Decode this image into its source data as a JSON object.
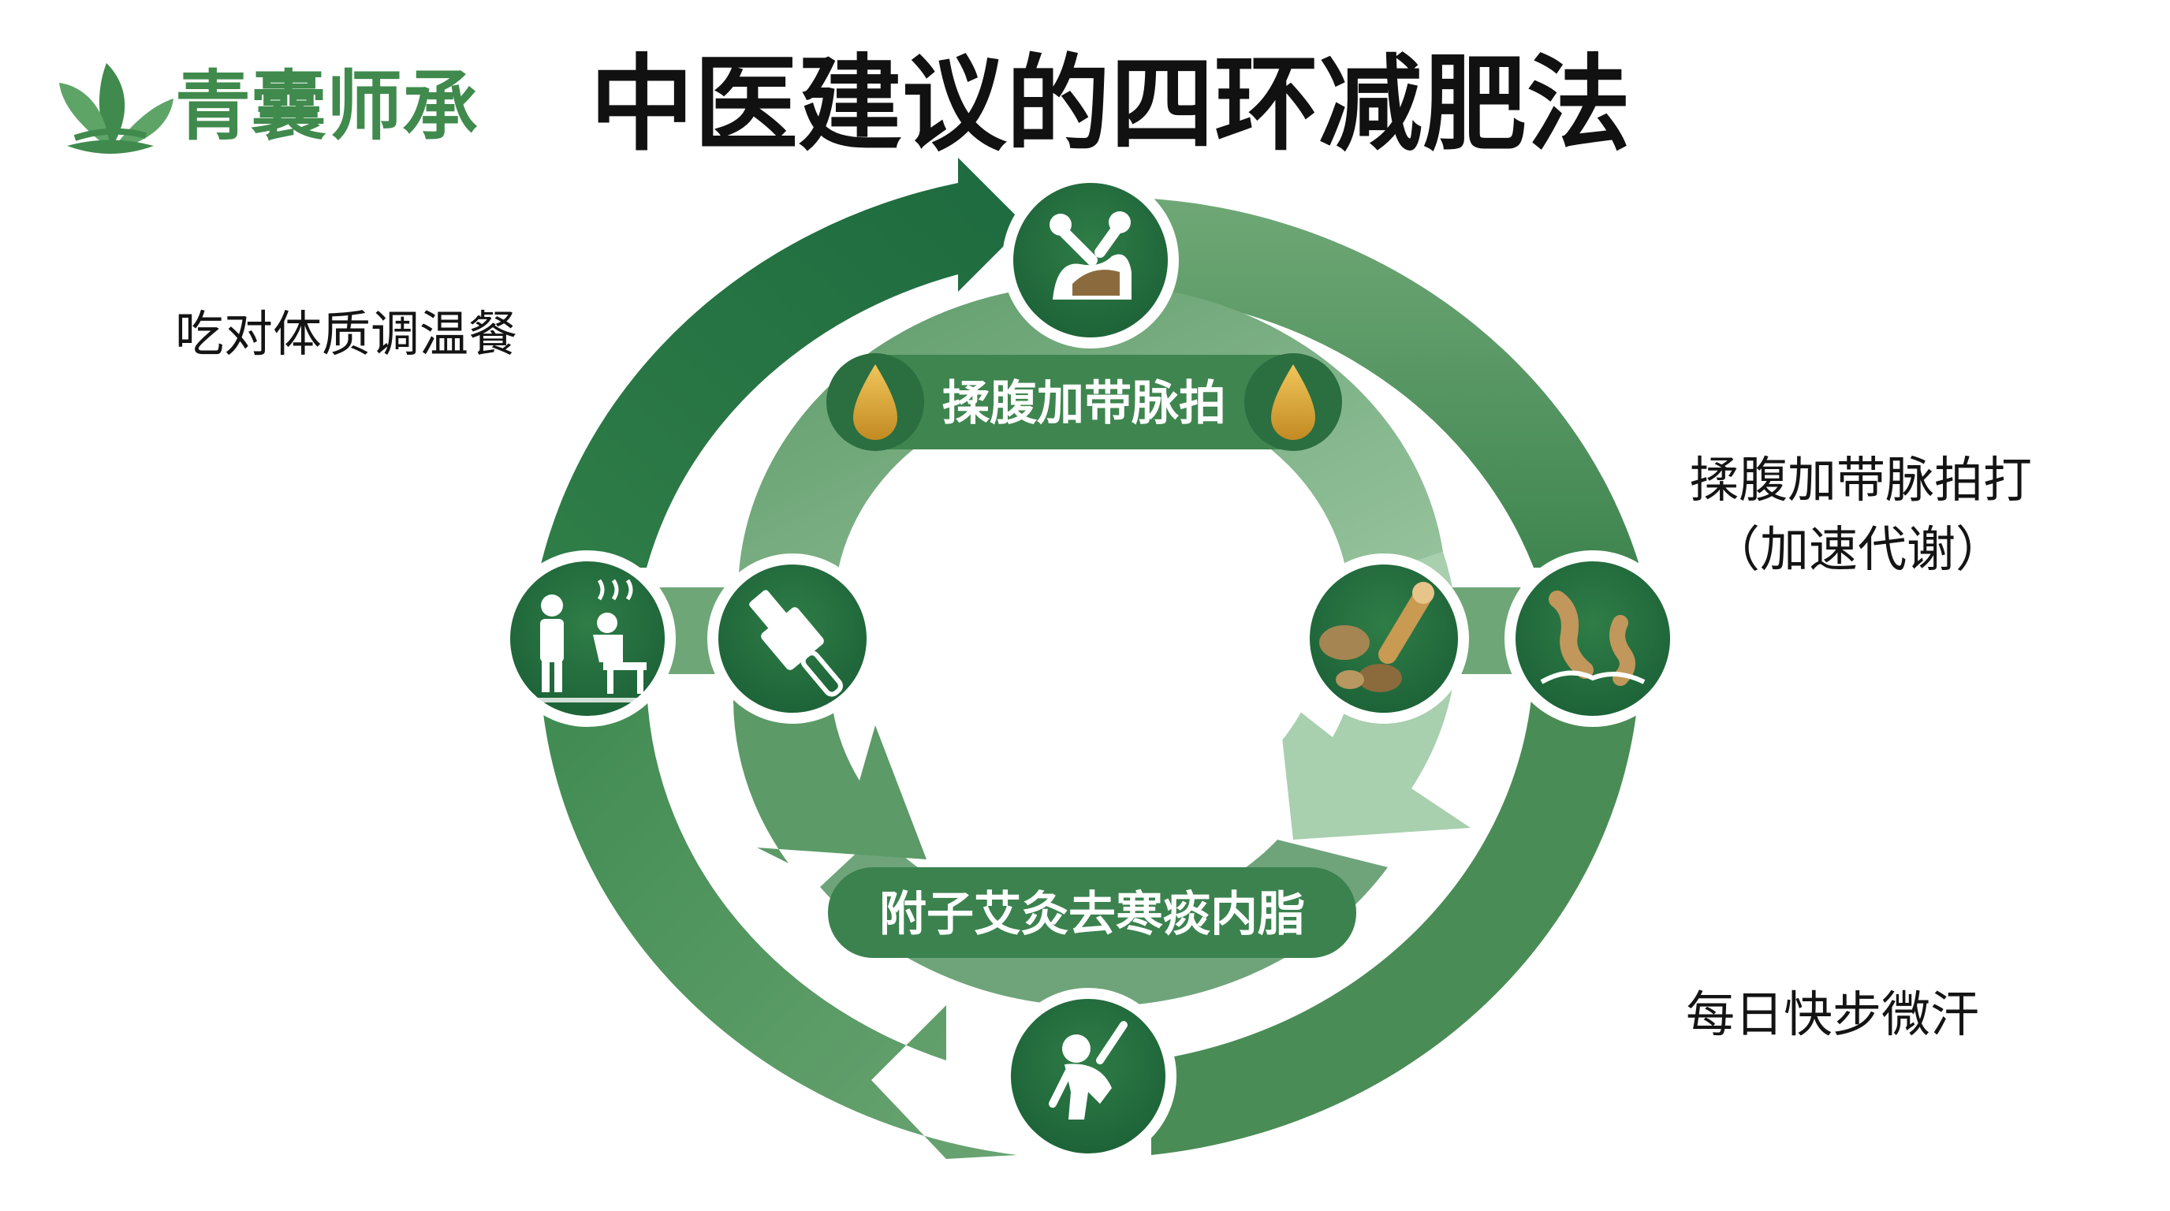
{
  "brand": {
    "name": "青囊师承",
    "logo_icon": "leaf-sprout-icon"
  },
  "title": "中医建议的四环减肥法",
  "steps": {
    "top_left": "吃对体质调温餐",
    "right_line1": "揉腹加带脉拍打",
    "right_line2": "（加速代谢）",
    "bottom_right": "每日快步微汗"
  },
  "inner": {
    "top_banner": "揉腹加带脉拍",
    "bottom_banner": "附子艾灸去寒痰内脂"
  },
  "icons": {
    "top": "abdominal-massage-icon",
    "left_outer": "warm-meal-people-icon",
    "left_inner": "moxa-stick-icon",
    "right_inner": "herbs-mortar-icon",
    "right_outer": "herbal-roots-icon",
    "bottom": "brisk-walking-icon",
    "drop": "oil-drop-icon"
  },
  "colors": {
    "dark_green": "#1f6b40",
    "mid_green": "#4c8f57",
    "light_green": "#8fbf96",
    "brand_green": "#3f8a4c",
    "drop_gold": "#d9a93a"
  }
}
